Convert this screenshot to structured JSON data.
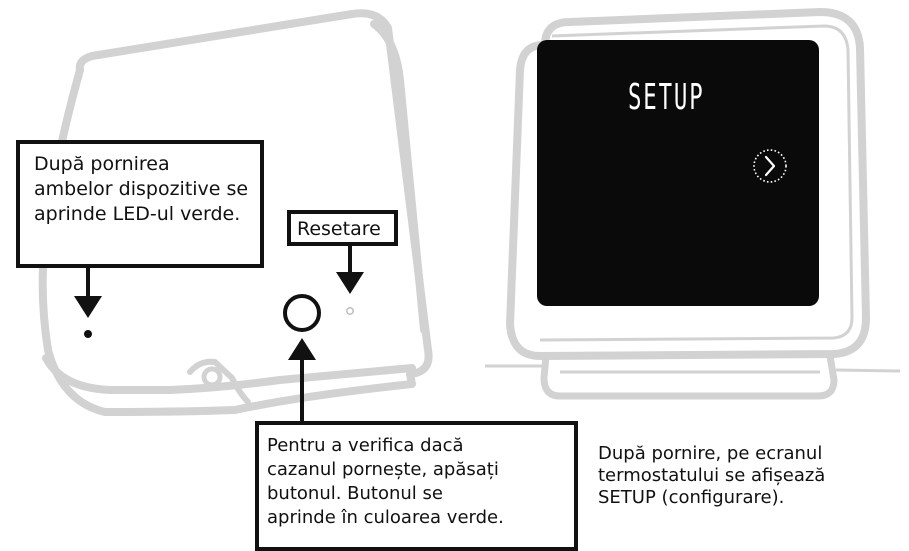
{
  "callouts": {
    "led": "După pornirea ambelor dispozitive se aprinde LED-ul verde.",
    "reset": "Resetare",
    "boiler_lines": [
      "Pentru a verifica dacă",
      "cazanul pornește, apăsați",
      "butonul. Butonul se",
      "aprinde în culoarea verde."
    ]
  },
  "display": {
    "text": "SETUP"
  },
  "caption_lines": [
    "După pornire, pe ecranul",
    "termostatului se afișează",
    "SETUP (configurare)."
  ],
  "icons": {
    "next": "chevron-right-icon",
    "arrows": "down-arrow-icon, up-arrow-icon"
  },
  "colors": {
    "outline": "#d2d2d2",
    "box_border": "#111111",
    "screen": "#0a0a0a"
  }
}
